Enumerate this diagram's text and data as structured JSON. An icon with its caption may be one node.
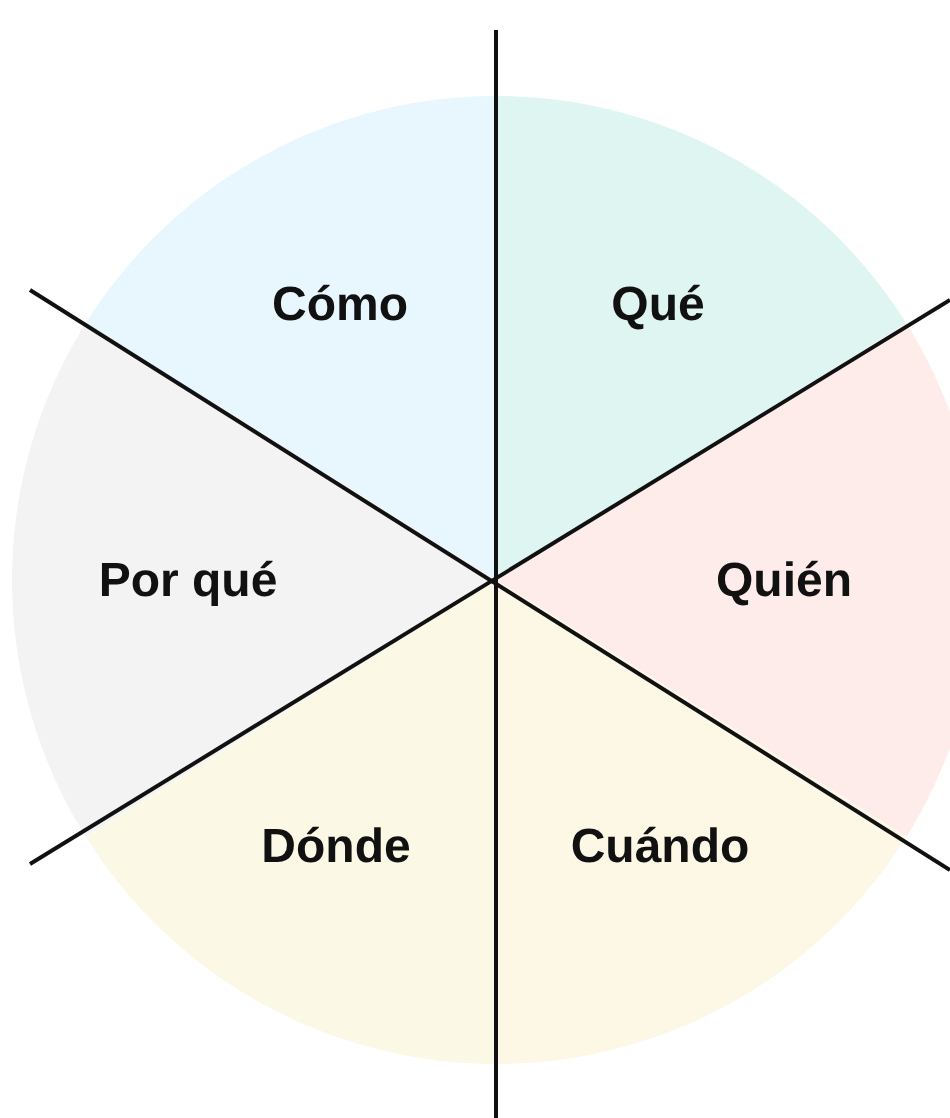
{
  "diagram": {
    "nodes": [
      {
        "text": [
          "Cómo"
        ]
      },
      {
        "text": [
          "Qué"
        ]
      },
      {
        "text": [
          "Por qué"
        ]
      },
      {
        "text": [
          "Quién"
        ]
      },
      {
        "text": [
          "Dónde"
        ]
      },
      {
        "text": [
          "Cuándo"
        ]
      }
    ]
  }
}
